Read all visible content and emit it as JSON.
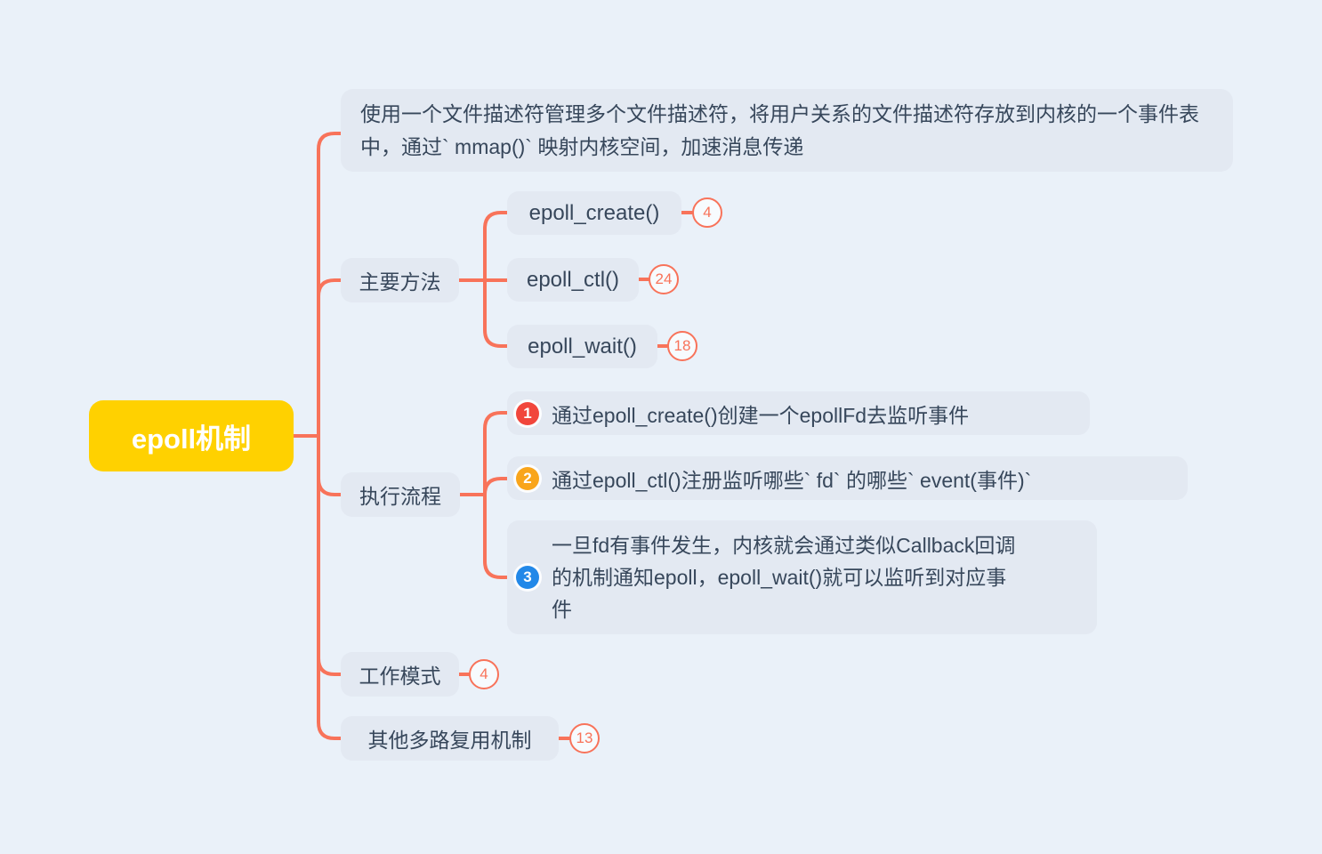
{
  "colors": {
    "background": "#EAF1F9",
    "node_background": "#E3E9F2",
    "connector": "#F8735A",
    "root_background": "#FFD100",
    "text": "#37475B",
    "step1_badge": "#F1463C",
    "step2_badge": "#F9A51B",
    "step3_badge": "#2288E8",
    "count_badge": "#F8735A"
  },
  "root": {
    "label": "epoll机制"
  },
  "summary": {
    "text": "使用一个文件描述符管理多个文件描述符，将用户关系的文件描述符存放到内核的一个事件表中，通过` mmap()` 映射内核空间，加速消息传递"
  },
  "methods": {
    "label": "主要方法",
    "children": [
      {
        "label": "epoll_create()",
        "count": "4"
      },
      {
        "label": "epoll_ctl()",
        "count": "24"
      },
      {
        "label": "epoll_wait()",
        "count": "18"
      }
    ]
  },
  "flow": {
    "label": "执行流程",
    "steps": [
      {
        "num": "1",
        "text": "通过epoll_create()创建一个epollFd去监听事件"
      },
      {
        "num": "2",
        "text": "通过epoll_ctl()注册监听哪些` fd` 的哪些` event(事件)`"
      },
      {
        "num": "3",
        "text": "一旦fd有事件发生，内核就会通过类似Callback回调的机制通知epoll，epoll_wait()就可以监听到对应事件"
      }
    ]
  },
  "work_mode": {
    "label": "工作模式",
    "count": "4"
  },
  "other_multiplexing": {
    "label": "其他多路复用机制",
    "count": "13"
  }
}
